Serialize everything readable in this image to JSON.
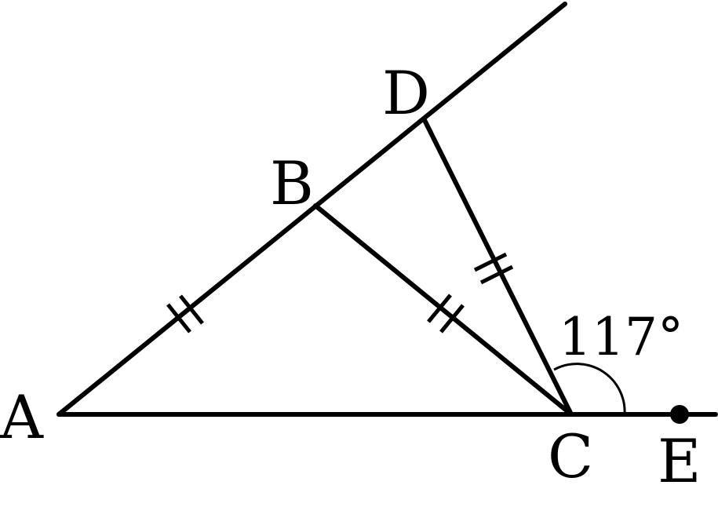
{
  "points": {
    "A": "A",
    "B": "B",
    "C": "C",
    "D": "D",
    "E": "E"
  },
  "angle": {
    "text": "117°",
    "vertex": "C",
    "value_degrees": 117
  },
  "equal_segments": [
    "AB",
    "BC",
    "CD"
  ],
  "colors": {
    "ink": "#000000",
    "background": "#ffffff"
  }
}
